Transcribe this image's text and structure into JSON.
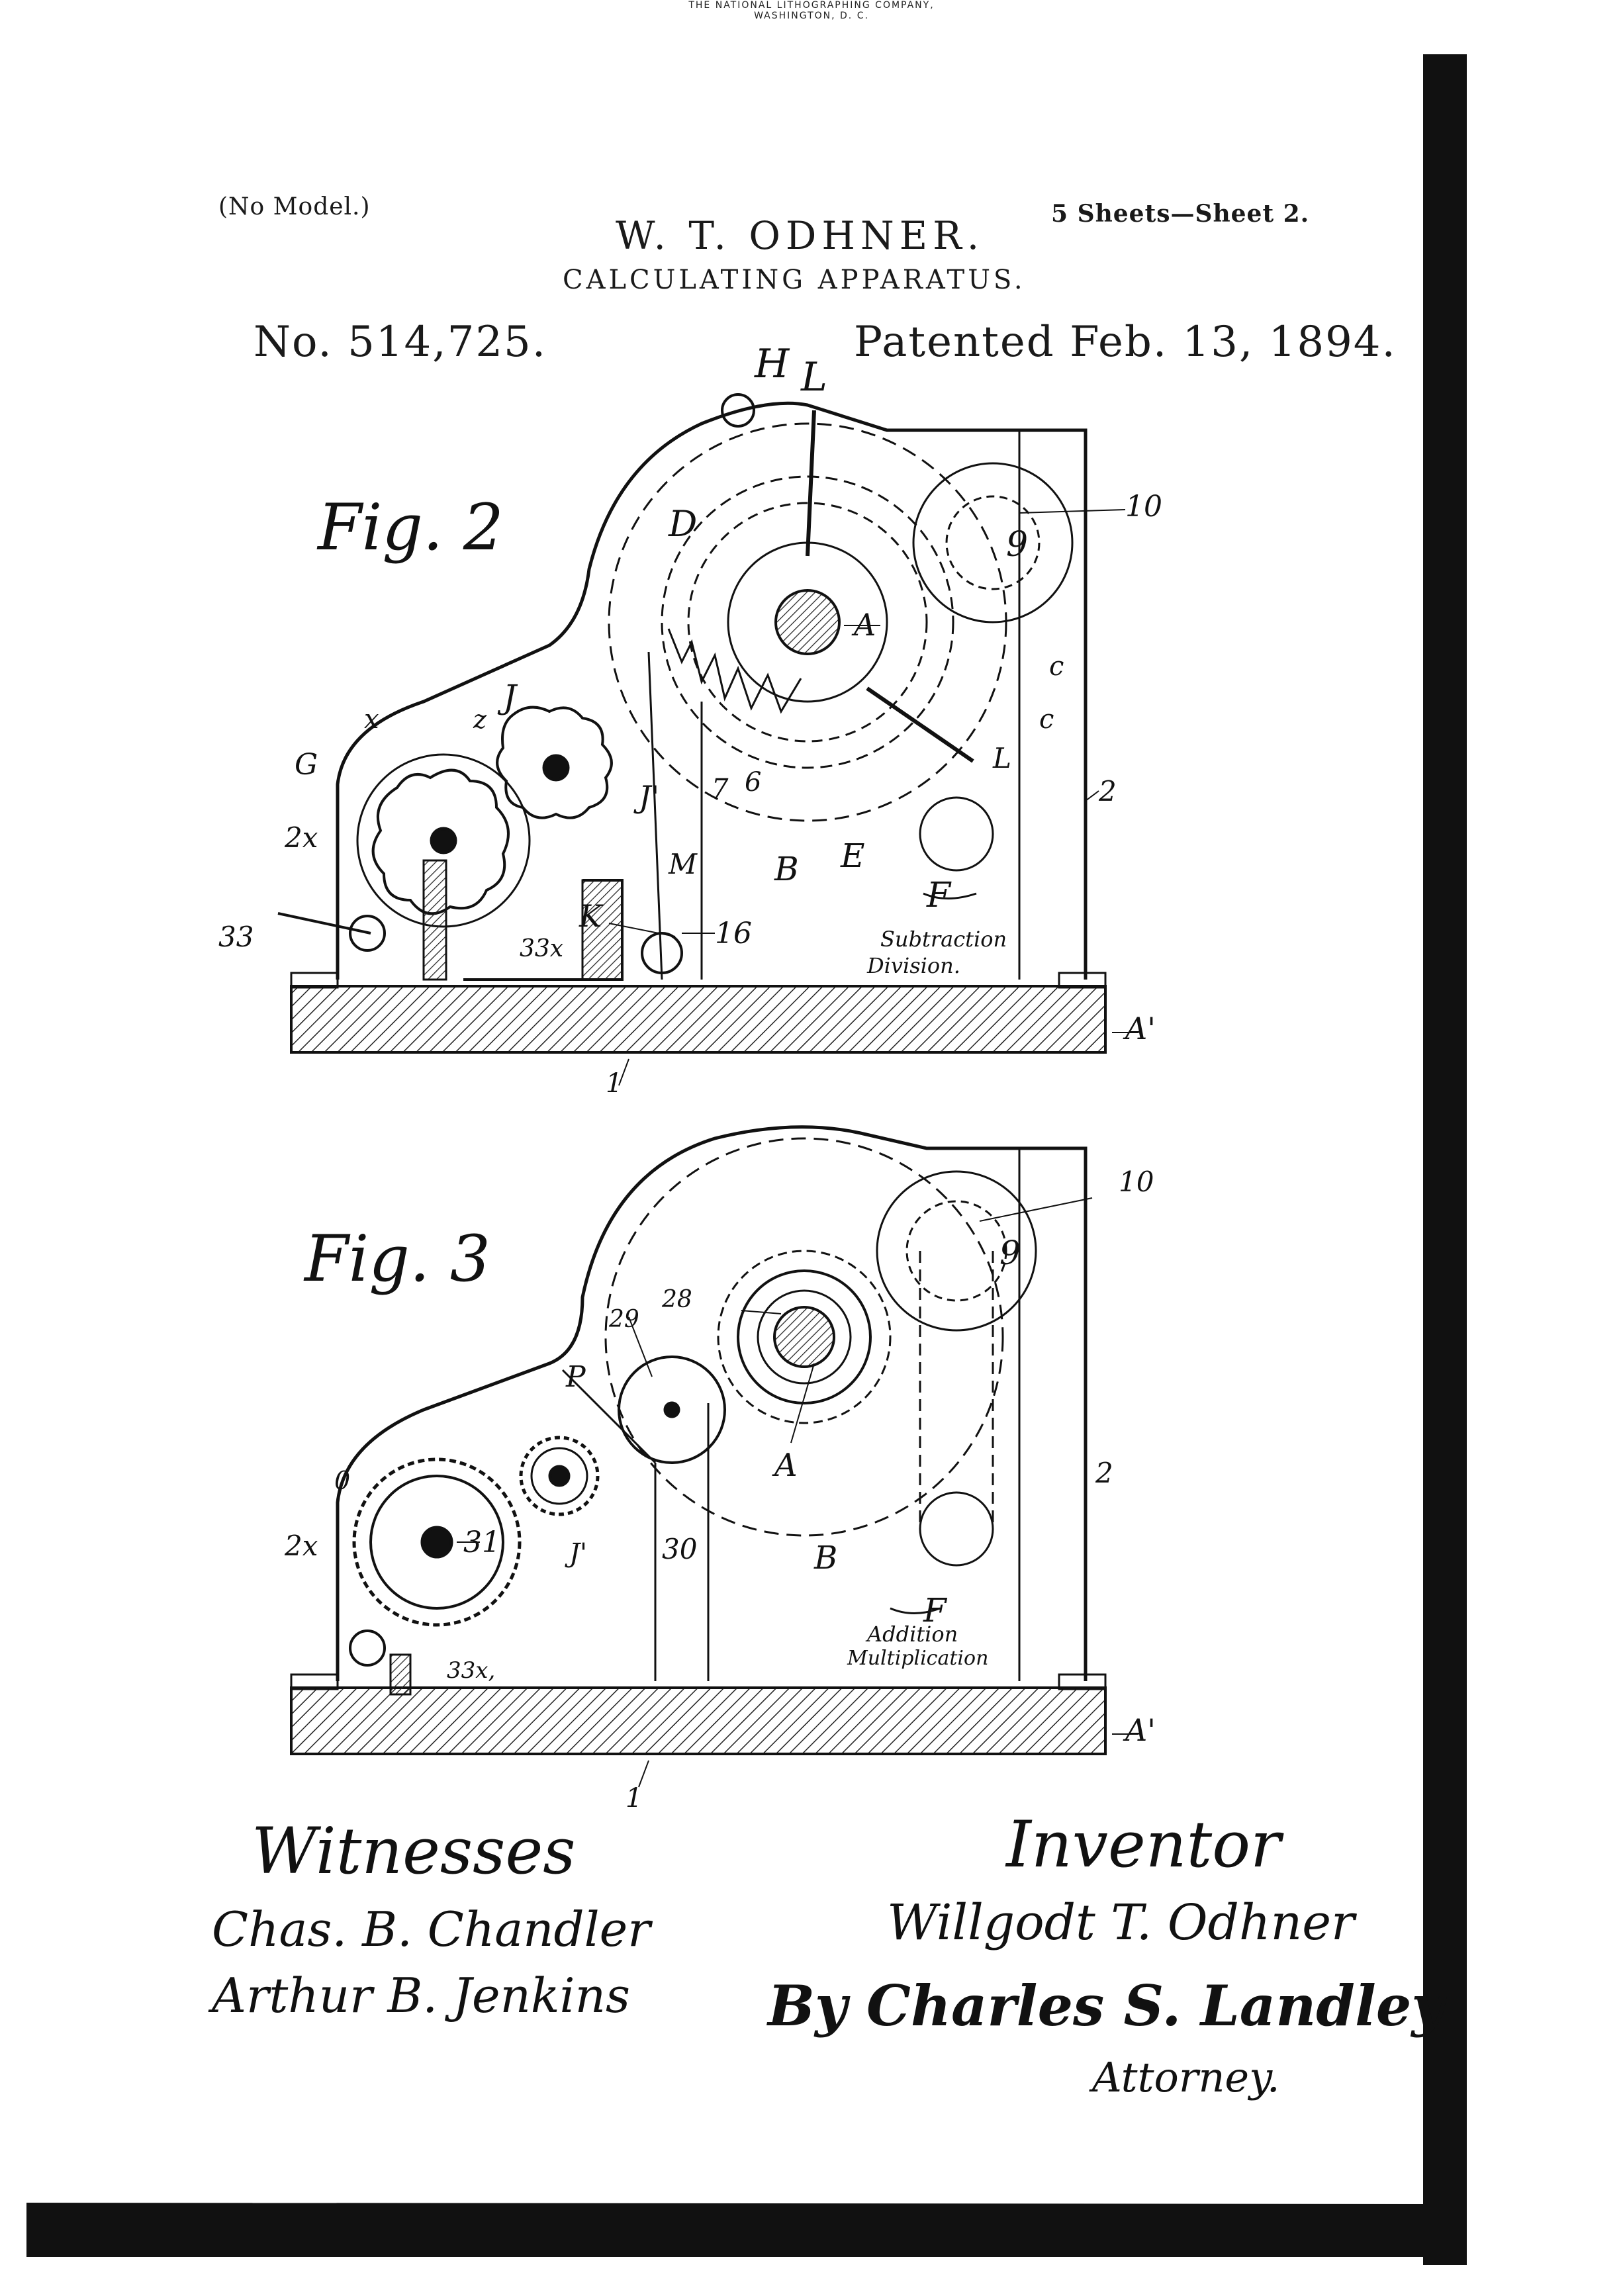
{
  "header": {
    "model": "(No Model.)",
    "sheets": "5 Sheets—Sheet 2.",
    "inventor_name": "W. T. ODHNER.",
    "title": "CALCULATING APPARATUS.",
    "patent_number": "No. 514,725.",
    "patent_date": "Patented Feb. 13, 1894."
  },
  "fig2": {
    "caption": "Fig. 2",
    "labels": {
      "H": "H",
      "L": "L",
      "D": "D",
      "A": "A",
      "10": "10",
      "9": "9",
      "c1": "c",
      "c2": "c",
      "L2": "L",
      "J": "J",
      "z": "z",
      "x": "x",
      "G": "G",
      "2x": "2x",
      "J1": "J'",
      "7": "7",
      "6": "6",
      "2": "2",
      "M": "M",
      "B": "B",
      "E": "E",
      "F": "F",
      "33": "33",
      "K": "K",
      "33x": "33x",
      "16": "16",
      "A1": "A'",
      "1": "1"
    },
    "direction_label_1": "Subtraction",
    "direction_label_2": "Division."
  },
  "fig3": {
    "caption": "Fig. 3",
    "labels": {
      "10": "10",
      "9": "9",
      "28": "28",
      "29": "29",
      "P": "P",
      "0": "0",
      "A": "A",
      "2": "2",
      "31": "31",
      "2x": "2x",
      "J1": "J'",
      "30": "30",
      "B": "B",
      "F": "F",
      "33x": "33x,",
      "A1": "A'",
      "1": "1"
    },
    "direction_label_1": "Addition",
    "direction_label_2": "Multiplication"
  },
  "signatures": {
    "witnesses_heading": "Witnesses",
    "witness_1": "Chas. B. Chandler",
    "witness_2": "Arthur B. Jenkins",
    "inventor_heading": "Inventor",
    "inventor_signature": "Willgodt T. Odhner",
    "by_attorney": "By Charles S. Landley",
    "attorney_label": "Attorney."
  },
  "printer": {
    "line_1": "THE NATIONAL LITHOGRAPHING COMPANY,",
    "line_2": "WASHINGTON, D. C."
  }
}
